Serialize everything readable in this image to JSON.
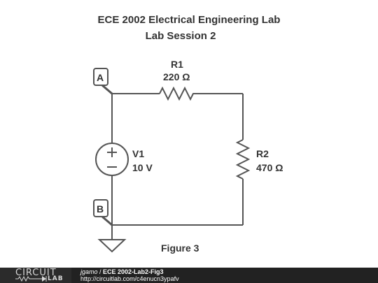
{
  "title": {
    "line1": "ECE 2002 Electrical Engineering Lab",
    "line2": "Lab Session 2"
  },
  "components": {
    "r1": {
      "name": "R1",
      "value": "220 Ω"
    },
    "r2": {
      "name": "R2",
      "value": "470 Ω"
    },
    "v1": {
      "name": "V1",
      "value": "10 V"
    }
  },
  "nodes": {
    "a": "A",
    "b": "B"
  },
  "caption": "Figure 3",
  "footer": {
    "logo_top": "CIRCUIT",
    "logo_bottom": "LAB",
    "user": "jgamo",
    "separator": " / ",
    "project": "ECE 2002-Lab2-Fig3",
    "url": "http://circuitlab.com/c4enucn3ypafv"
  },
  "colors": {
    "wire": "#555555",
    "text": "#333333",
    "footer_bg": "#222222"
  },
  "icons": [
    "ground-icon",
    "voltage-source-icon",
    "resistor-icon",
    "node-label-icon"
  ]
}
